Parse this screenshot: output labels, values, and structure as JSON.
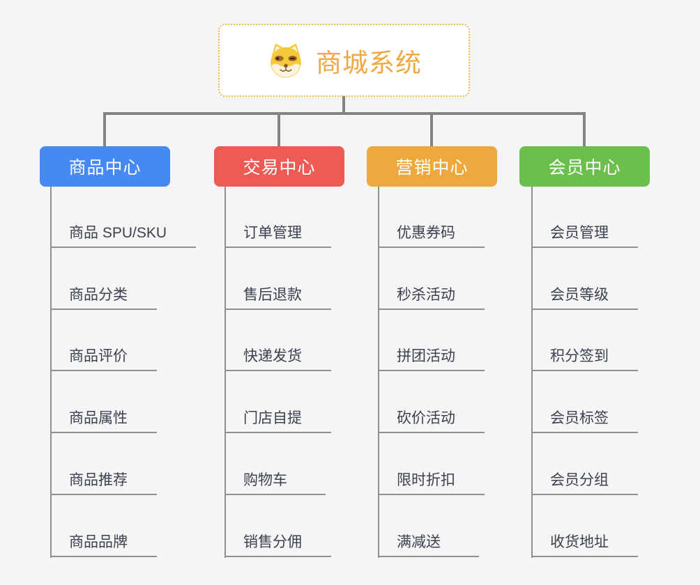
{
  "canvas": {
    "background": "#f5f5f5"
  },
  "root": {
    "title": "商城系统",
    "icon": "dog-face-icon",
    "border_color": "#f2b64e",
    "text_color": "#f1a843",
    "background": "#ffffff"
  },
  "connector_color": "#838383",
  "line_color": "#8f8f8f",
  "leaf_text_color": "#3c4150",
  "branches": [
    {
      "label": "商品中心",
      "color": "#4689f2",
      "items": [
        "商品 SPU/SKU",
        "商品分类",
        "商品评价",
        "商品属性",
        "商品推荐",
        "商品品牌"
      ]
    },
    {
      "label": "交易中心",
      "color": "#ee5b55",
      "items": [
        "订单管理",
        "售后退款",
        "快递发货",
        "门店自提",
        "购物车",
        "销售分佣"
      ]
    },
    {
      "label": "营销中心",
      "color": "#eda93d",
      "items": [
        "优惠券码",
        "秒杀活动",
        "拼团活动",
        "砍价活动",
        "限时折扣",
        "满减送"
      ]
    },
    {
      "label": "会员中心",
      "color": "#6cbf4c",
      "items": [
        "会员管理",
        "会员等级",
        "积分签到",
        "会员标签",
        "会员分组",
        "收货地址"
      ]
    }
  ]
}
